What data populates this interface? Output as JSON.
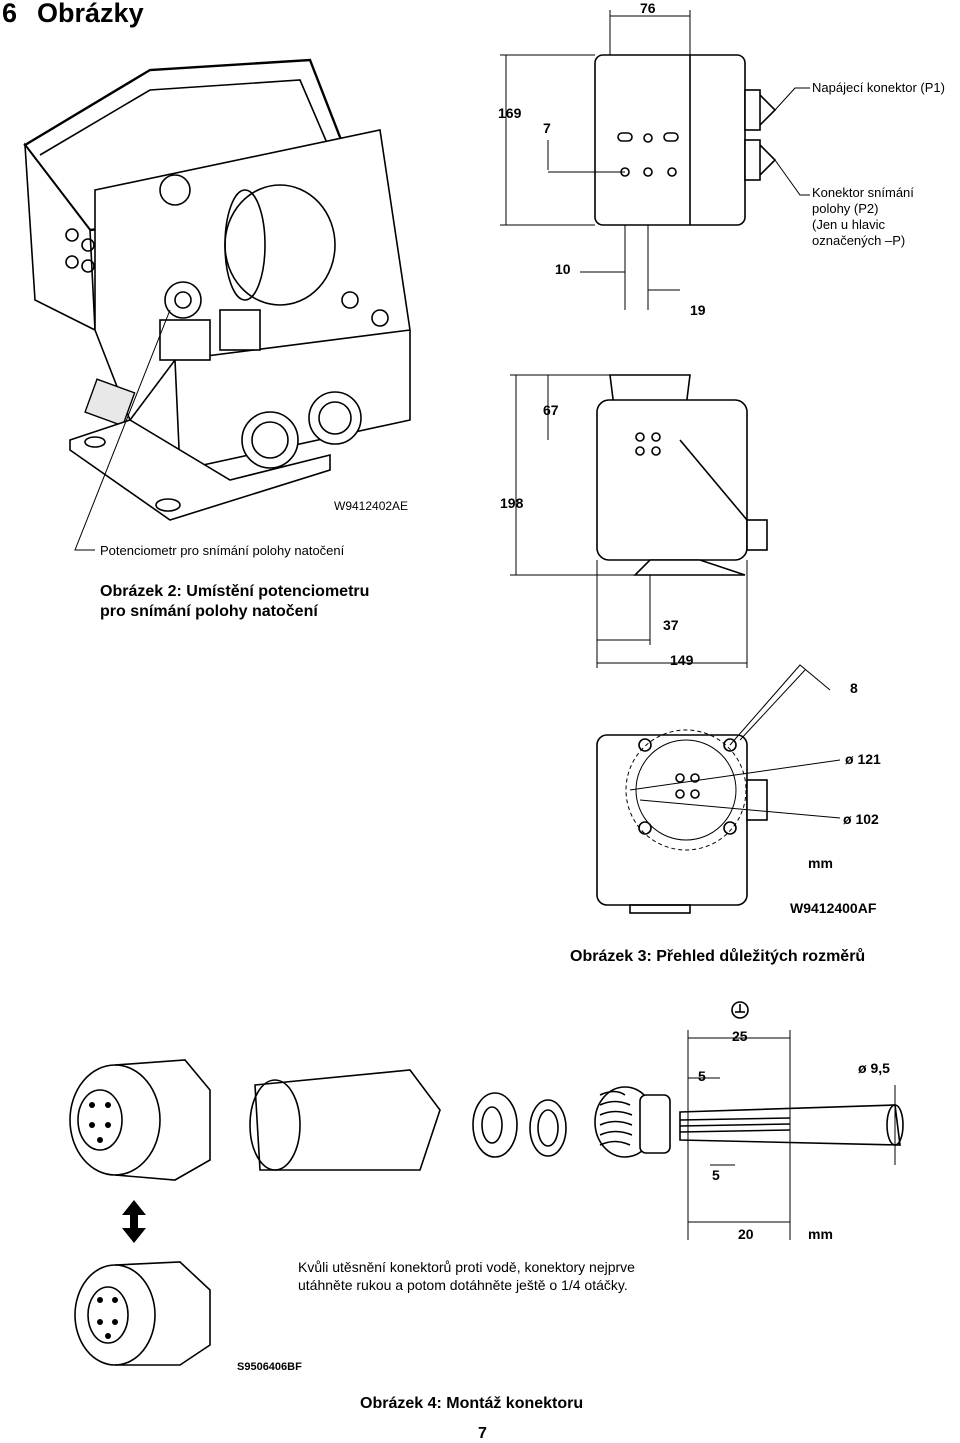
{
  "section": {
    "number": "6",
    "title": "Obrázky"
  },
  "figure2": {
    "code": "W9412402AE",
    "label": "Potenciometr pro snímání polohy natočení",
    "caption_line1": "Obrázek 2: Umístění potenciometru",
    "caption_line2": "pro snímání polohy natočení"
  },
  "figure3": {
    "callout_p1": "Napájecí konektor (P1)",
    "callout_p2": [
      "Konektor snímání",
      "polohy (P2)",
      "(Jen u hlavic",
      "označených –P)"
    ],
    "dims": {
      "d76": "76",
      "d169": "169",
      "d7": "7",
      "d10": "10",
      "d19": "19",
      "d67": "67",
      "d198": "198",
      "d37": "37",
      "d149": "149",
      "d8": "8",
      "d121": "ø 121",
      "d102": "ø 102",
      "unit": "mm"
    },
    "code": "W9412400AF",
    "caption": "Obrázek 3: Přehled důležitých rozměrů"
  },
  "figure4": {
    "dims": {
      "d25": "25",
      "d95": "ø 9,5",
      "d5a": "5",
      "d5b": "5",
      "d20": "20",
      "unit": "mm"
    },
    "code": "S9506406BF",
    "note_line1": "Kvůli utěsnění konektorů proti vodě, konektory nejprve",
    "note_line2": "utáhněte rukou a potom dotáhněte ještě o 1/4 otáčky.",
    "caption": "Obrázek 4: Montáž konektoru"
  },
  "page_number": "7"
}
